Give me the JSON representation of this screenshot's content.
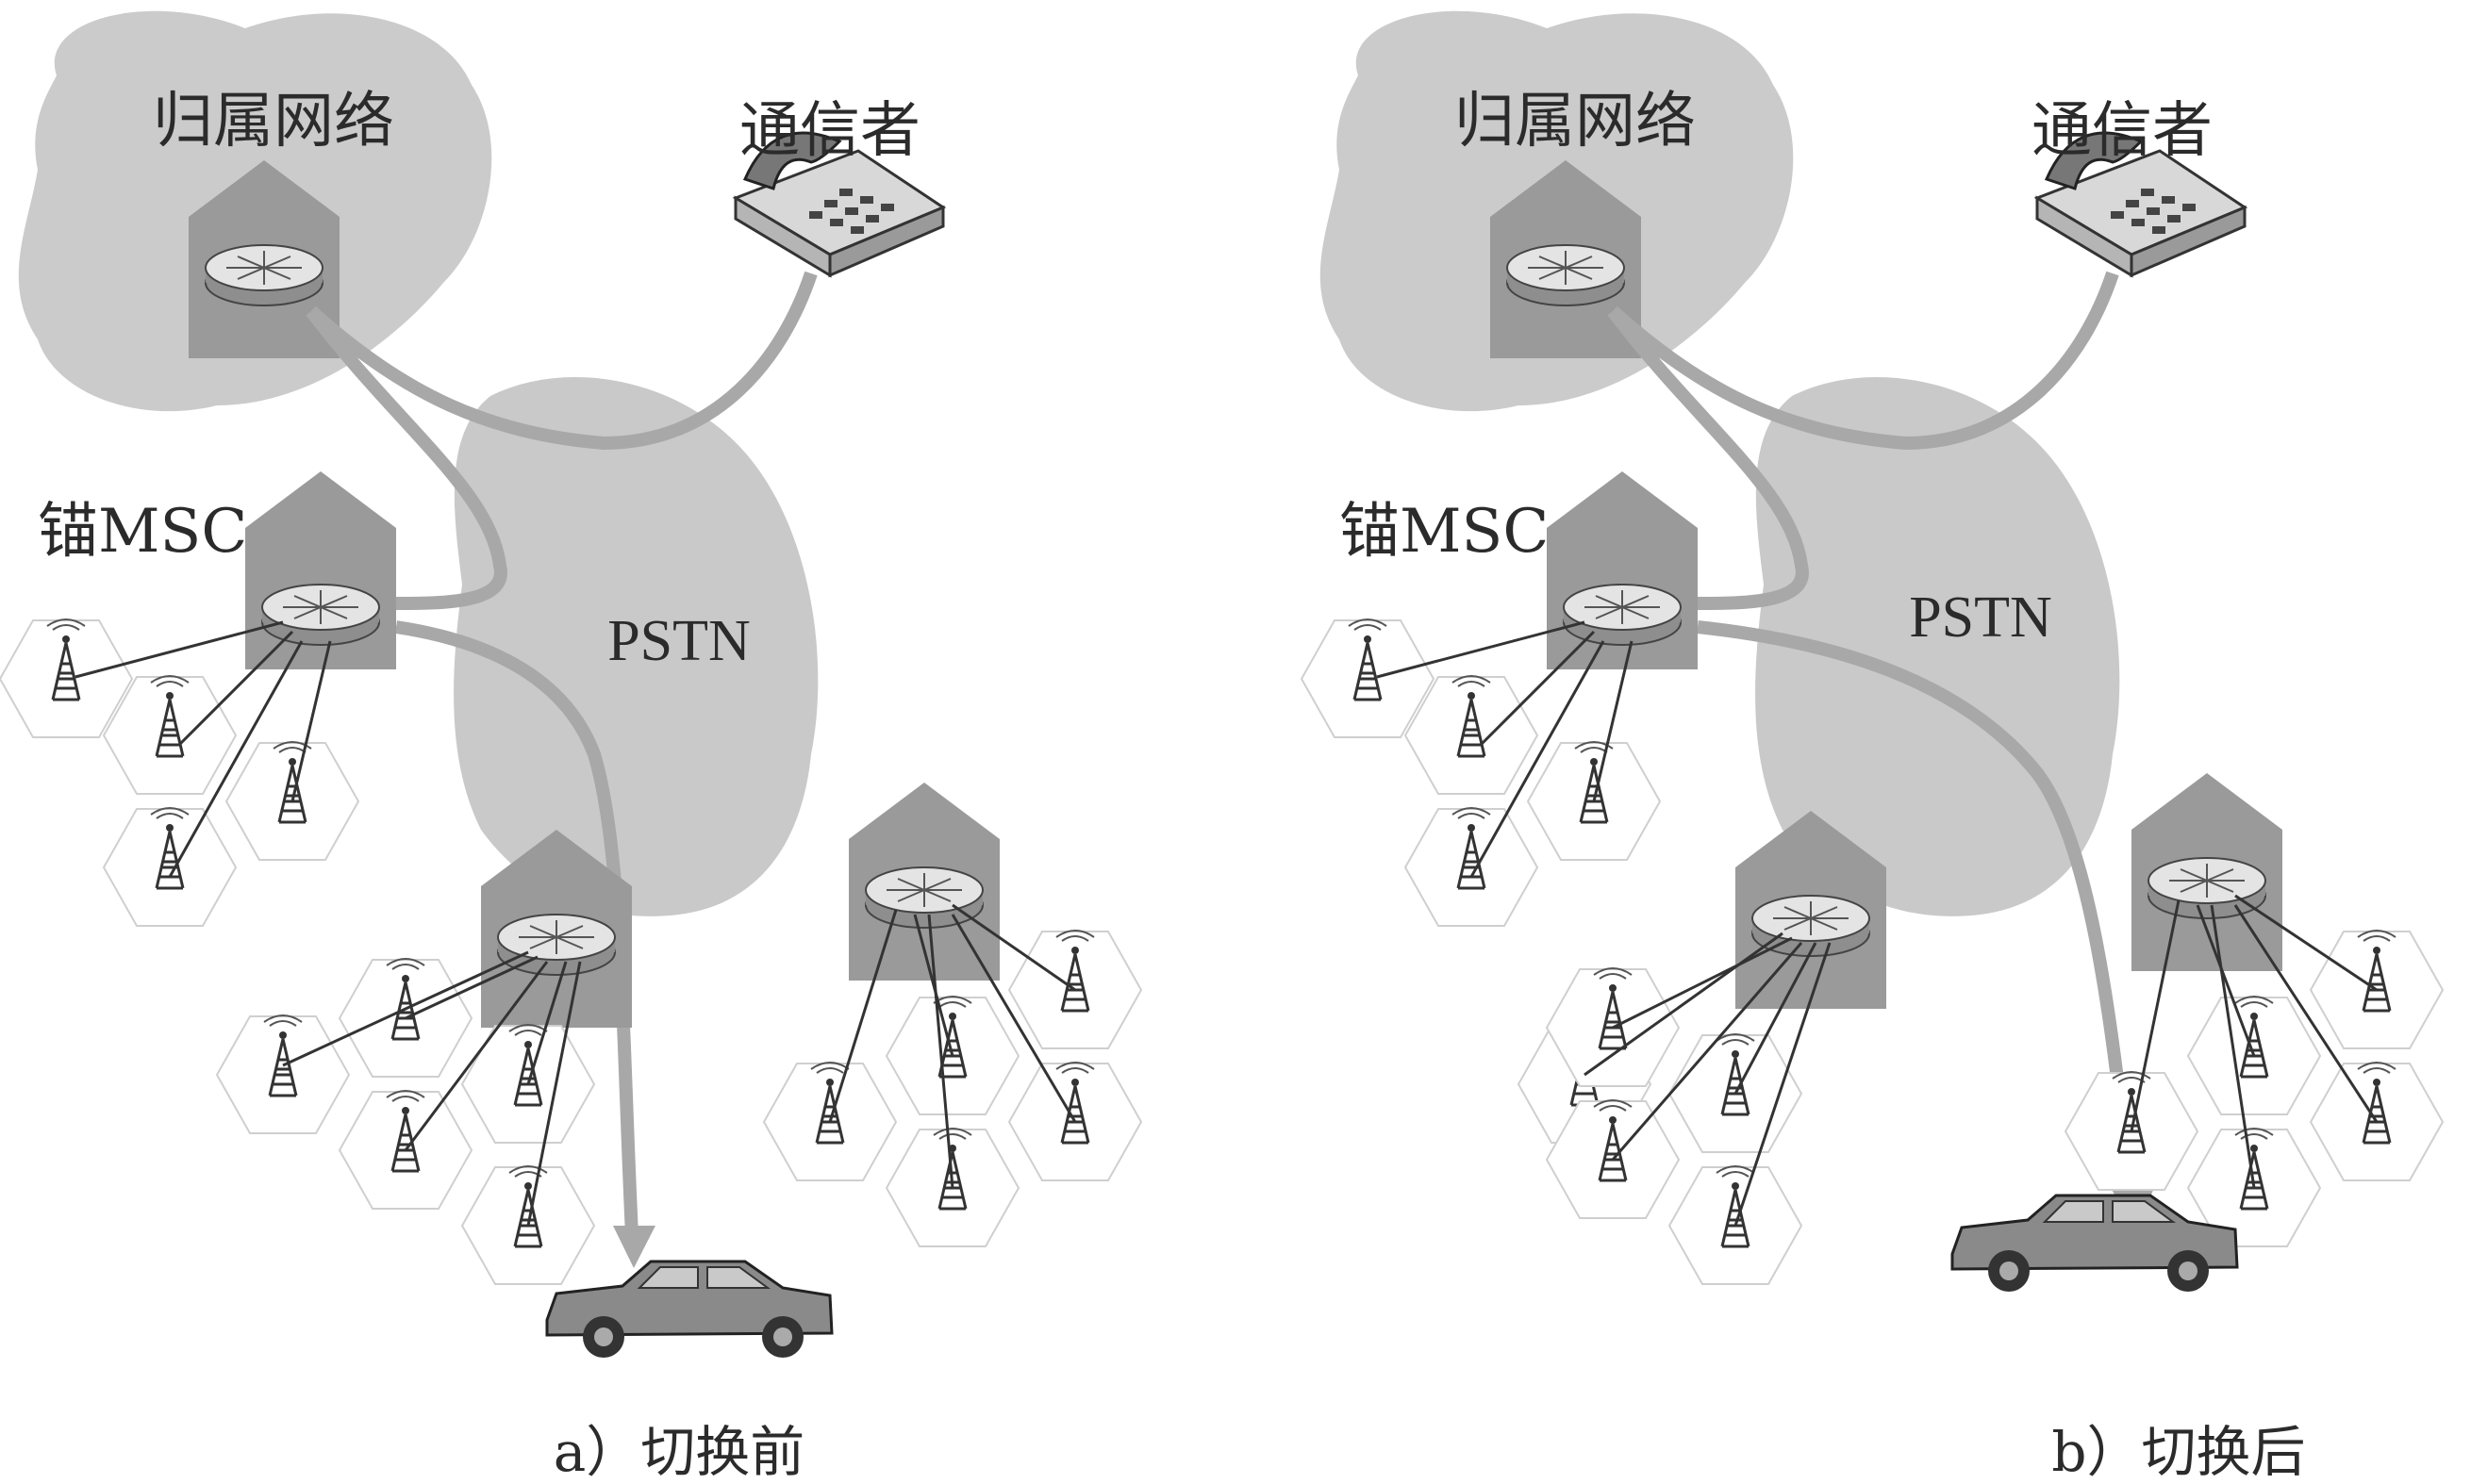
{
  "panels": [
    {
      "id": "before",
      "home_label": "归属网络",
      "correspondent_label": "通信者",
      "anchor_label": "锚MSC",
      "pstn_label": "PSTN",
      "caption": "a）切换前"
    },
    {
      "id": "after",
      "home_label": "归属网络",
      "correspondent_label": "通信者",
      "anchor_label": "锚MSC",
      "pstn_label": "PSTN",
      "caption": "b）切换后"
    }
  ],
  "colors": {
    "cloud": "#c9c9c9",
    "building": "#9a9a9a",
    "path": "#a8a8a8",
    "hex": "#c8c8c8",
    "text": "#2b2b2b"
  },
  "icons": [
    "router-icon",
    "telephone-icon",
    "tower-icon",
    "car-icon",
    "building-icon"
  ]
}
